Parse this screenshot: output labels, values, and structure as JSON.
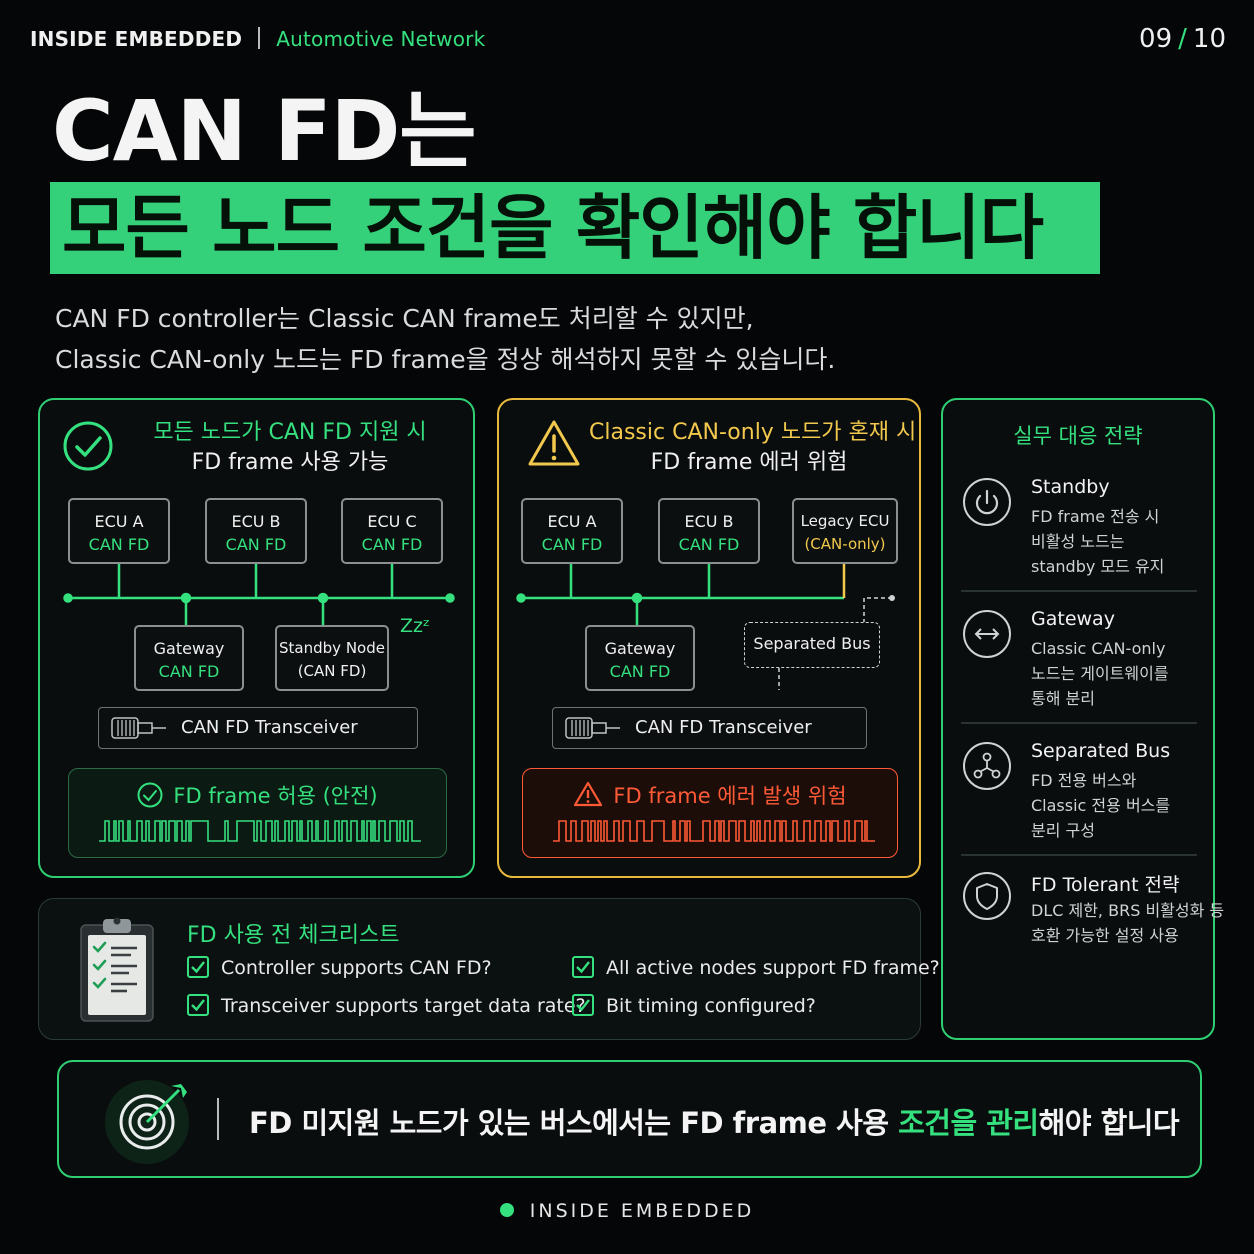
{
  "header": {
    "brand": "INSIDE EMBEDDED",
    "category": "Automotive Network",
    "page_current": "09",
    "page_separator": "/",
    "page_total": "10"
  },
  "title": {
    "line1": "CAN FD는",
    "line2": "모든 노드 조건을 확인해야 합니다"
  },
  "intro": {
    "line1": "CAN FD controller는 Classic CAN frame도 처리할 수 있지만,",
    "line2": "Classic CAN-only 노드는 FD frame을 정상 해석하지 못할 수 있습니다."
  },
  "panel_ok": {
    "title_line1": "모든 노드가 CAN FD 지원 시",
    "title_line2": "FD frame 사용 가능",
    "nodes": [
      {
        "name": "ECU A",
        "type": "CAN FD"
      },
      {
        "name": "ECU B",
        "type": "CAN FD"
      },
      {
        "name": "ECU C",
        "type": "CAN FD"
      }
    ],
    "gateway": {
      "name": "Gateway",
      "type": "CAN FD"
    },
    "standby": {
      "name": "Standby Node",
      "type": "(CAN FD)"
    },
    "sleep_text": "Zzᶻ",
    "transceiver": "CAN FD Transceiver",
    "result": "FD frame 허용 (안전)"
  },
  "panel_warn": {
    "title_line1": "Classic CAN-only 노드가 혼재 시",
    "title_line2": "FD frame 에러 위험",
    "nodes": [
      {
        "name": "ECU A",
        "type": "CAN FD"
      },
      {
        "name": "ECU B",
        "type": "CAN FD"
      },
      {
        "name": "Legacy ECU",
        "type": "(CAN-only)"
      }
    ],
    "gateway": {
      "name": "Gateway",
      "type": "CAN FD"
    },
    "separated_bus": "Separated Bus",
    "transceiver": "CAN FD Transceiver",
    "result": "FD frame 에러 발생 위험"
  },
  "strategy": {
    "title": "실무 대응 전략",
    "items": [
      {
        "icon": "power-icon",
        "name": "Standby",
        "desc": [
          "FD frame 전송 시",
          "비활성 노드는",
          "standby 모드 유지"
        ]
      },
      {
        "icon": "bidirectional-arrow-icon",
        "name": "Gateway",
        "desc": [
          "Classic CAN-only",
          "노드는 게이트웨이를",
          "통해 분리"
        ]
      },
      {
        "icon": "network-nodes-icon",
        "name": "Separated Bus",
        "desc": [
          "FD 전용 버스와",
          "Classic 전용 버스를",
          "분리 구성"
        ]
      },
      {
        "icon": "shield-icon",
        "name": "FD Tolerant 전략",
        "desc": [
          "DLC 제한, BRS 비활성화 등",
          "호환 가능한 설정 사용"
        ]
      }
    ]
  },
  "checklist": {
    "title": "FD 사용 전 체크리스트",
    "items": [
      "Controller supports CAN FD?",
      "Transceiver supports target data rate?",
      "All active nodes support FD frame?",
      "Bit timing configured?"
    ]
  },
  "conclusion": {
    "part1": "FD 미지원 노드가 있는 버스에서는 FD frame 사용 ",
    "highlight": "조건을 관리",
    "part2": "해야 합니다"
  },
  "footer": {
    "brand": "INSIDE EMBEDDED"
  },
  "colors": {
    "accent": "#35e07e",
    "warning": "#f2c94c",
    "error": "#ff5a36",
    "background": "#050607"
  }
}
